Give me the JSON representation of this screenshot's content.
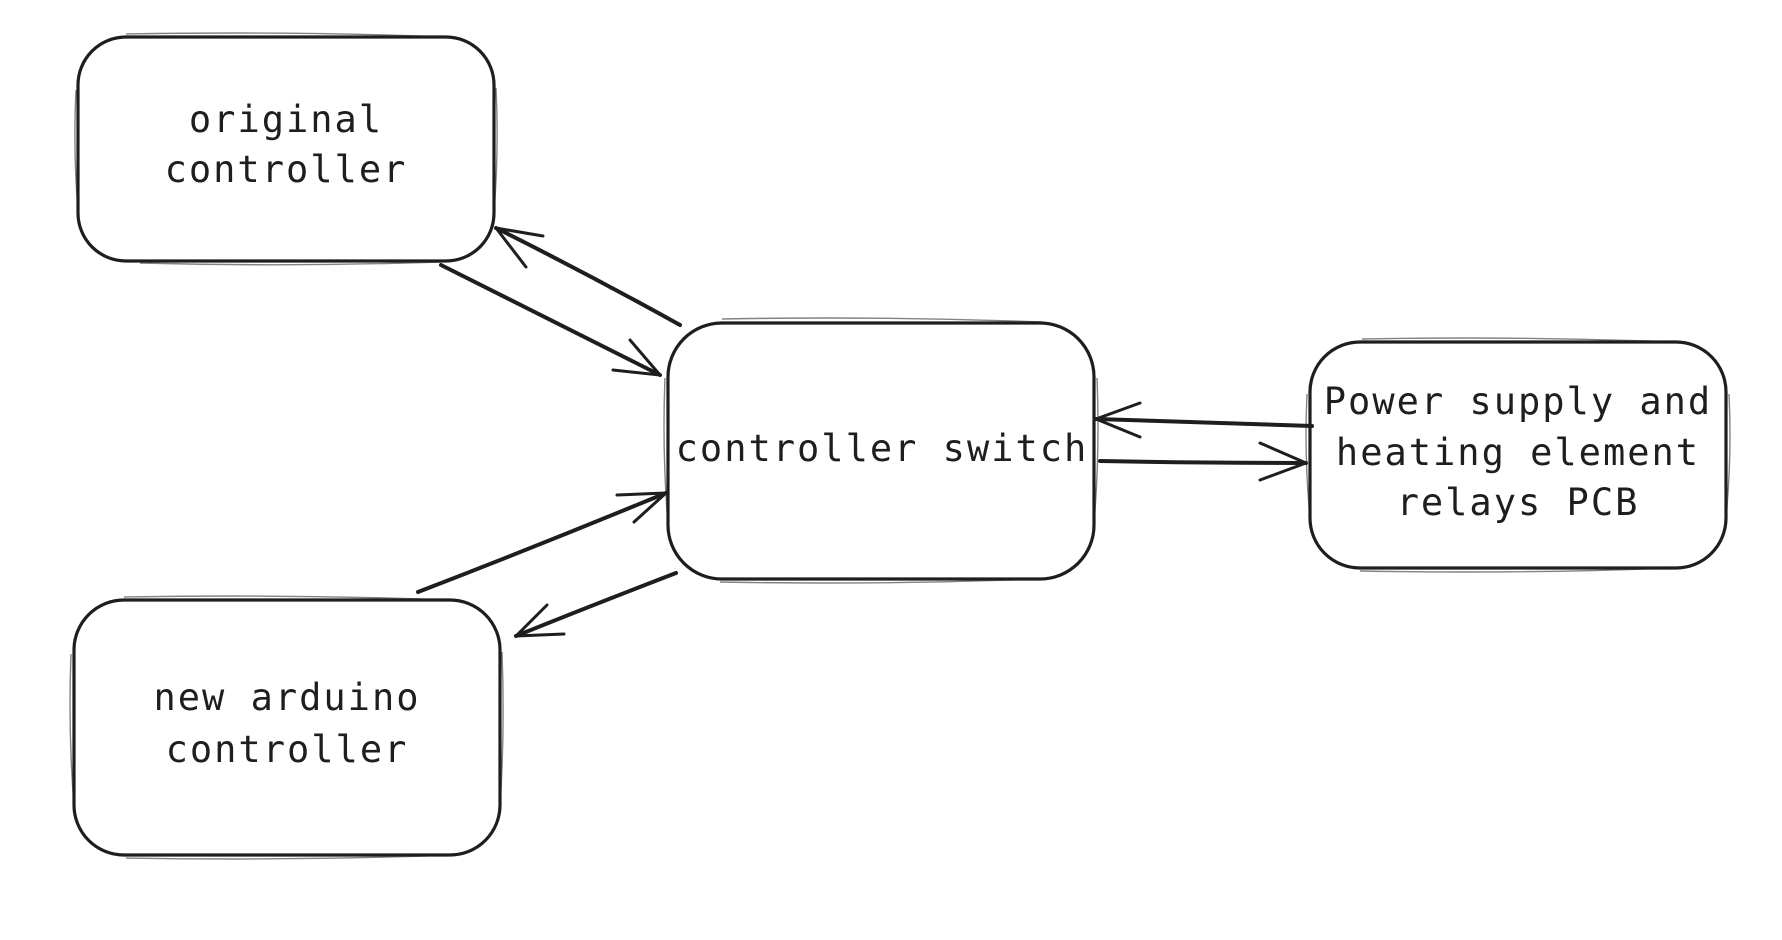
{
  "diagram": {
    "nodes": {
      "original_controller": {
        "line1": "original",
        "line2": "controller"
      },
      "new_arduino_controller": {
        "line1": "new arduino",
        "line2": "controller"
      },
      "controller_switch": {
        "line1": "controller switch"
      },
      "power_supply": {
        "line1": "Power supply and",
        "line2": "heating element",
        "line3": "relays PCB"
      }
    },
    "edges": [
      {
        "from": "original_controller",
        "to": "controller_switch"
      },
      {
        "from": "controller_switch",
        "to": "original_controller"
      },
      {
        "from": "new_arduino_controller",
        "to": "controller_switch"
      },
      {
        "from": "controller_switch",
        "to": "new_arduino_controller"
      },
      {
        "from": "controller_switch",
        "to": "power_supply"
      },
      {
        "from": "power_supply",
        "to": "controller_switch"
      }
    ],
    "colors": {
      "stroke": "#1e1e1e",
      "background": "#ffffff"
    }
  }
}
